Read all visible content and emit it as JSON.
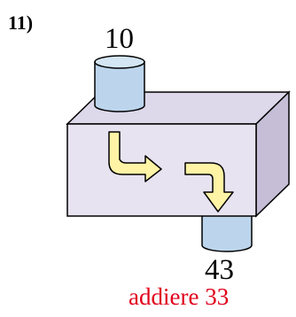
{
  "problem": {
    "number": "11)"
  },
  "machine": {
    "input_value": "10",
    "output_value": "43",
    "operation": "addiere 33"
  },
  "colors": {
    "box_face": "#E8E3F0",
    "box_top": "#DDD8EA",
    "box_side": "#C5BED6",
    "cylinder": "#BCD5EC",
    "cylinder_top": "#D4E5F4",
    "arrow_fill": "#FFF3A6",
    "operation_text": "#E0001B",
    "stroke": "#000000"
  },
  "icons": [
    "cylinder-input-icon",
    "cylinder-output-icon",
    "bent-arrow-icon"
  ]
}
